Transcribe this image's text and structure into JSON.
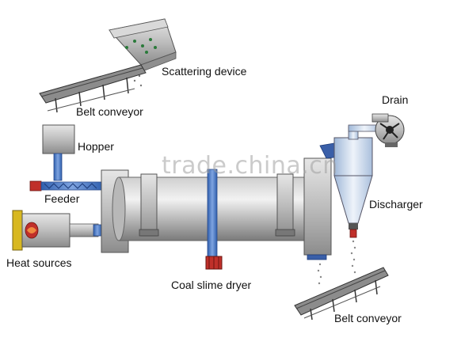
{
  "labels": {
    "scattering_device": "Scattering device",
    "belt_conveyor_top": "Belt conveyor",
    "hopper": "Hopper",
    "feeder": "Feeder",
    "heat_sources": "Heat sources",
    "coal_slime_dryer": "Coal slime dryer",
    "drain": "Drain",
    "discharger": "Discharger",
    "belt_conveyor_bottom": "Belt conveyor"
  },
  "watermark": "trade.china.cn",
  "colors": {
    "drum_light": "#eeeeee",
    "drum_dark": "#8a8a8a",
    "steel": "#9aa0a6",
    "pipe_blue": "#4a78c8",
    "red_part": "#c0302a",
    "burner_yellow": "#d8b820"
  }
}
